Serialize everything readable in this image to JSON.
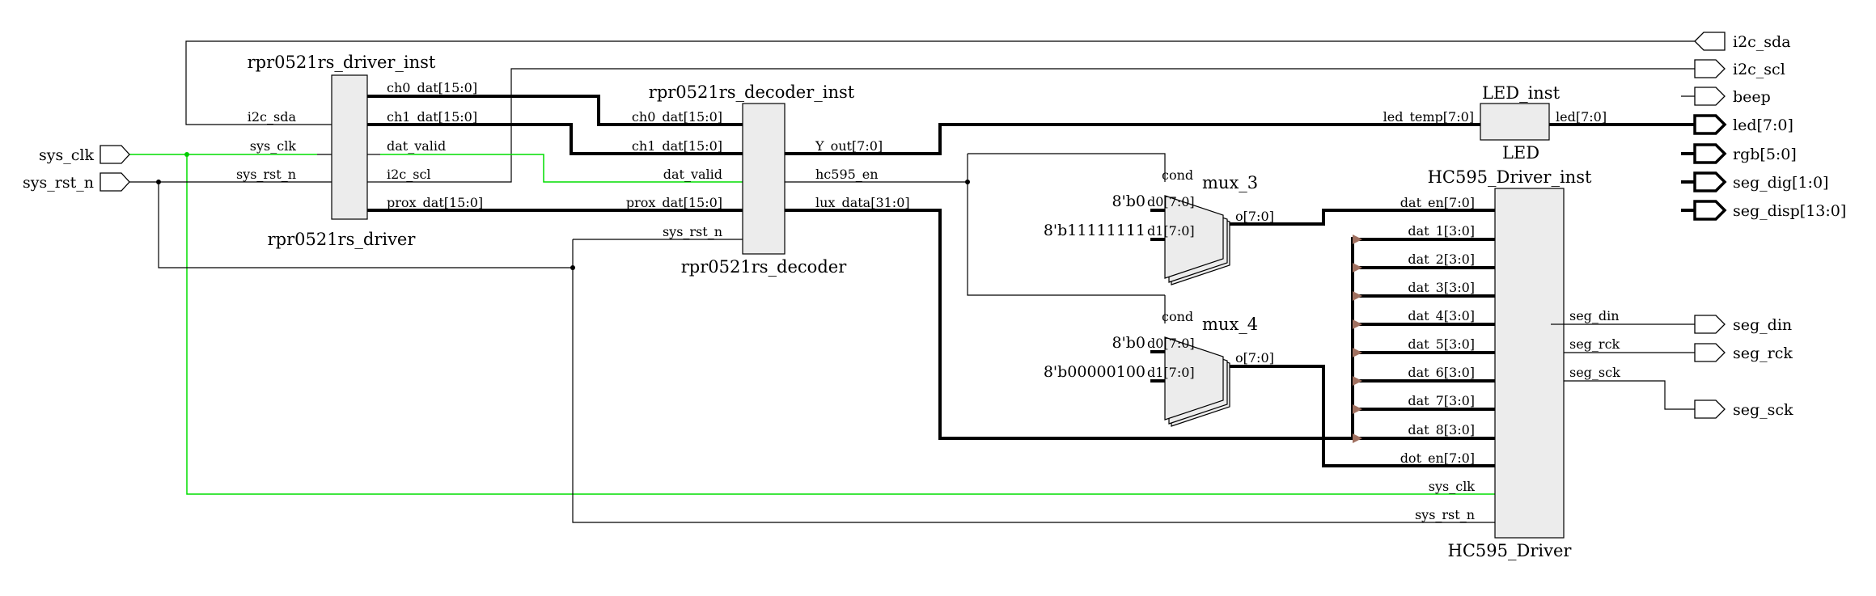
{
  "blocks": {
    "driver": {
      "inst": "rpr0521rs_driver_inst",
      "type": "rpr0521rs_driver",
      "inputs": [
        "i2c_sda",
        "sys_clk",
        "sys_rst_n"
      ],
      "outputs": [
        "ch0_dat[15:0]",
        "ch1_dat[15:0]",
        "dat_valid",
        "i2c_scl",
        "prox_dat[15:0]"
      ]
    },
    "decoder": {
      "inst": "rpr0521rs_decoder_inst",
      "type": "rpr0521rs_decoder",
      "inputs": [
        "ch0_dat[15:0]",
        "ch1_dat[15:0]",
        "dat_valid",
        "prox_dat[15:0]",
        "sys_rst_n"
      ],
      "outputs": [
        "Y_out[7:0]",
        "hc595_en",
        "lux_data[31:0]"
      ]
    },
    "led": {
      "inst": "LED_inst",
      "type": "LED",
      "input": "led_temp[7:0]",
      "output": "led[7:0]"
    },
    "hc595": {
      "inst": "HC595_Driver_inst",
      "type": "HC595_Driver",
      "inputs": [
        "dat_en[7:0]",
        "dat_1[3:0]",
        "dat_2[3:0]",
        "dat_3[3:0]",
        "dat_4[3:0]",
        "dat_5[3:0]",
        "dat_6[3:0]",
        "dat_7[3:0]",
        "dat_8[3:0]",
        "dot_en[7:0]",
        "sys_clk",
        "sys_rst_n"
      ],
      "outputs": [
        "seg_din",
        "seg_rck",
        "seg_sck"
      ]
    },
    "mux3": {
      "name": "mux_3",
      "cond": "cond",
      "d0_const": "8'b0",
      "d0": "d0[7:0]",
      "d1_const": "8'b11111111",
      "d1": "d1[7:0]",
      "out": "o[7:0]"
    },
    "mux4": {
      "name": "mux_4",
      "cond": "cond",
      "d0_const": "8'b0",
      "d0": "d0[7:0]",
      "d1_const": "8'b00000100",
      "d1": "d1[7:0]",
      "out": "o[7:0]"
    }
  },
  "ports": {
    "inputs": [
      "sys_clk",
      "sys_rst_n"
    ],
    "outputs": [
      "i2c_sda",
      "i2c_scl",
      "beep",
      "led[7:0]",
      "rgb[5:0]",
      "seg_dig[1:0]",
      "seg_disp[13:0]",
      "seg_din",
      "seg_rck",
      "seg_sck"
    ]
  }
}
